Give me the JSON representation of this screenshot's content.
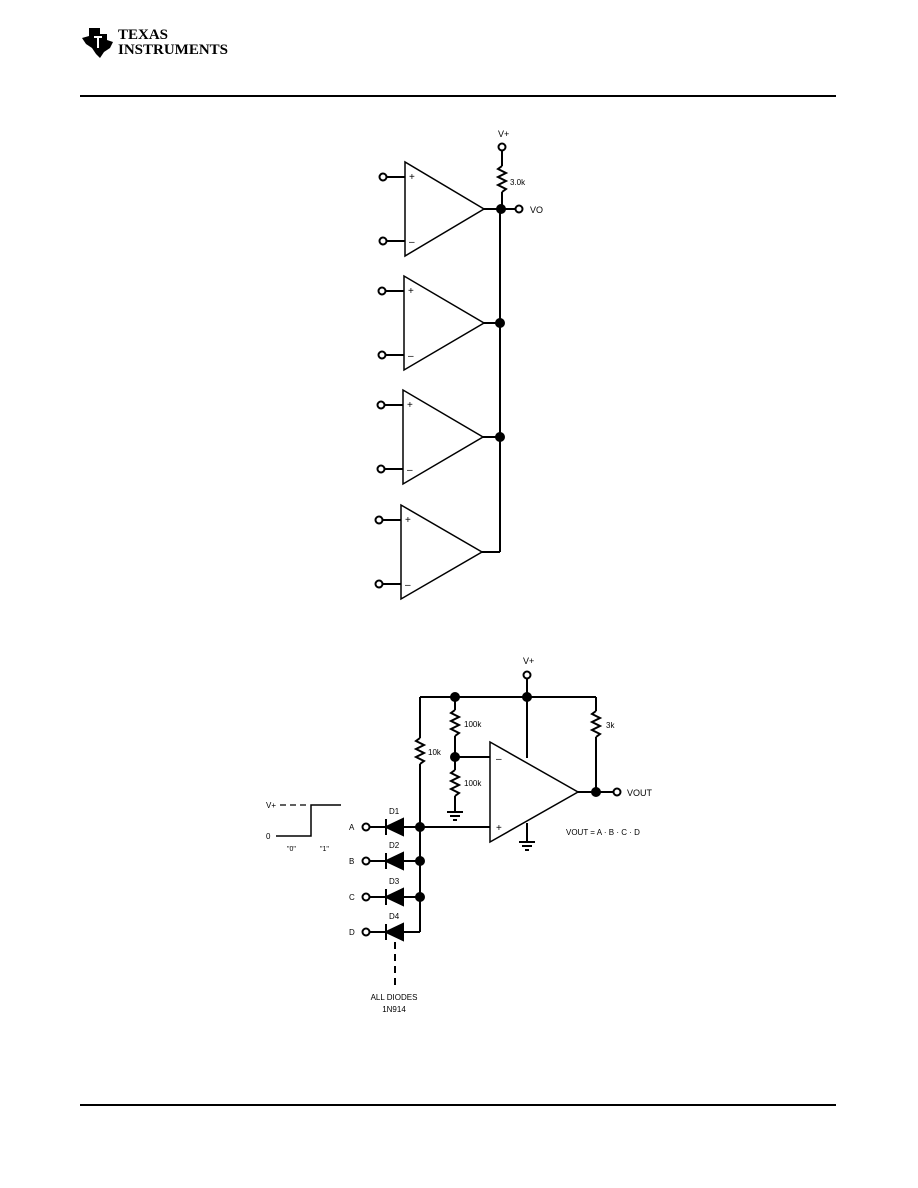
{
  "header": {
    "logo_line1": "TEXAS",
    "logo_line2": "INSTRUMENTS",
    "logo_icon": "ti-state-logo-icon"
  },
  "diagram1": {
    "supply_label": "V+",
    "resistor_label": "3.0k",
    "output_label": "VO",
    "plus_symbol": "+",
    "minus_symbol": "–"
  },
  "diagram2": {
    "supply_label": "V+",
    "r_10k": "10k",
    "r_100k_top": "100k",
    "r_100k_bottom": "100k",
    "r_3k": "3k",
    "output_label": "VOUT",
    "equation": "VOUT = A · B · C · D",
    "waveform_high": "V+",
    "waveform_low": "0",
    "logic_zero": "\"0\"",
    "logic_one": "\"1\"",
    "inputs": [
      {
        "input": "A",
        "diode": "D1"
      },
      {
        "input": "B",
        "diode": "D2"
      },
      {
        "input": "C",
        "diode": "D3"
      },
      {
        "input": "D",
        "diode": "D4"
      }
    ],
    "note_line1": "ALL DIODES",
    "note_line2": "1N914",
    "plus_symbol": "+",
    "minus_symbol": "–"
  }
}
